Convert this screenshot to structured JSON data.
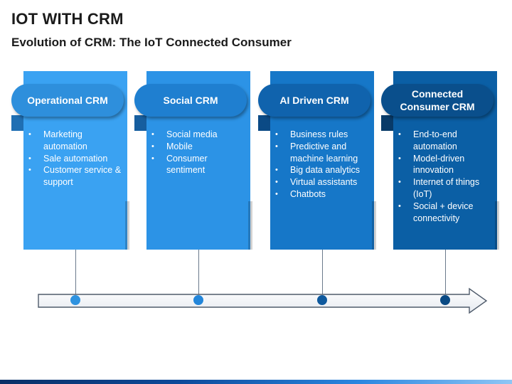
{
  "title": "IOT WITH CRM",
  "subtitle": "Evolution of CRM: The IoT Connected Consumer",
  "stages": [
    {
      "label": "Operational CRM",
      "panel_color": "#3aa2f2",
      "tag_color": "#2e8fdc",
      "fold_color": "#1f6fb3",
      "dot_color": "#2f93e0",
      "items": [
        "Marketing automation",
        "Sale automation",
        "Customer service & support"
      ]
    },
    {
      "label": "Social CRM",
      "panel_color": "#2c93e6",
      "tag_color": "#1f7fd0",
      "fold_color": "#165e9f",
      "dot_color": "#2386da",
      "items": [
        "Social media",
        "Mobile",
        "Consumer sentiment"
      ]
    },
    {
      "label": "AI Driven CRM",
      "panel_color": "#1677c8",
      "tag_color": "#1063ad",
      "fold_color": "#0b4a85",
      "dot_color": "#0f5a9e",
      "items": [
        "Business rules",
        "Predictive and machine learning",
        "Big data analytics",
        "Virtual assistants",
        "Chatbots"
      ]
    },
    {
      "label": "Connected Consumer CRM",
      "panel_color": "#0b5fa5",
      "tag_color": "#0a4f8c",
      "fold_color": "#083a68",
      "dot_color": "#0a4a84",
      "items": [
        "End-to-end automation",
        "Model-driven innovation",
        "Internet of things (IoT)",
        "Social + device connectivity"
      ]
    }
  ]
}
